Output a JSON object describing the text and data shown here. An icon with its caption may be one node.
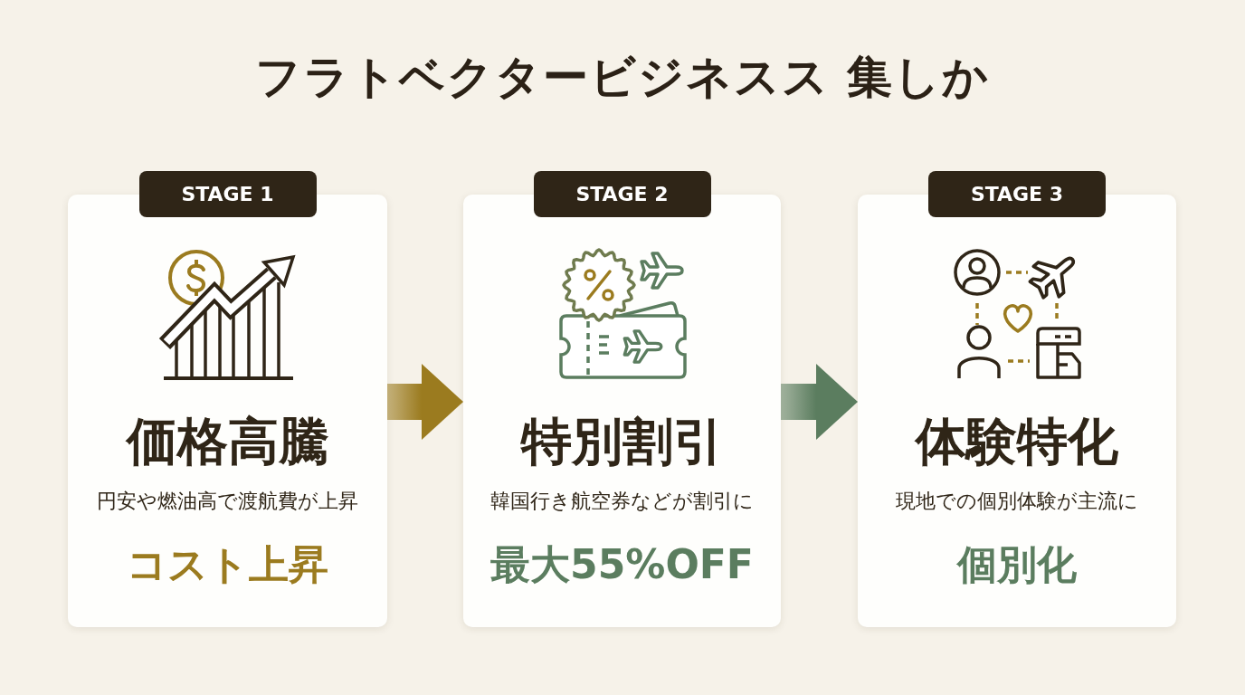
{
  "diagram": {
    "title": "フラトベクタービジネスス 集しか",
    "nodes": [
      {
        "text": [
          "STAGE 1",
          "価格高騰",
          "円安や燃油高で渡航費が上昇",
          "コスト上昇"
        ]
      },
      {
        "text": [
          "STAGE 2",
          "特別割引",
          "韓国行き航空券などが割引に",
          "最大55%OFF"
        ]
      },
      {
        "text": [
          "STAGE 3",
          "体験特化",
          "現地での個別体験が主流に",
          "個別化"
        ]
      }
    ],
    "edges": [
      {
        "from": 0,
        "to": 1,
        "arrow": "to",
        "color": "#9b7b1f"
      },
      {
        "from": 1,
        "to": 2,
        "arrow": "to",
        "color": "#5b7d5f"
      }
    ]
  }
}
